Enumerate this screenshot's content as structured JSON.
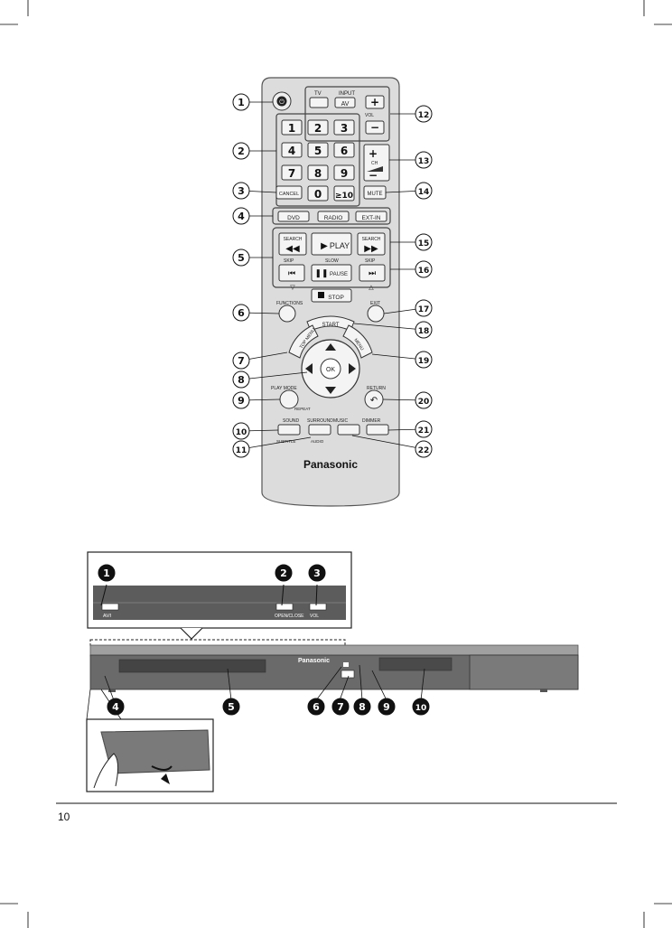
{
  "remote": {
    "brand": "Panasonic",
    "keys": {
      "digits": [
        "1",
        "2",
        "3",
        "4",
        "5",
        "6",
        "7",
        "8",
        "9",
        "0",
        "≥10"
      ],
      "tv": "TV",
      "input": "INPUT",
      "av": "AV",
      "vol": "VOL",
      "cancel": "CANCEL",
      "ch": "CH",
      "mute": "MUTE",
      "dvd": "DVD",
      "radio": "RADIO",
      "ext_in": "EXT-IN",
      "search_back": "SEARCH",
      "search_fwd": "SEARCH",
      "play": "PLAY",
      "slow": "SLOW",
      "skip_left": "SKIP",
      "skip_right": "SKIP",
      "pause": "PAUSE",
      "stop": "STOP",
      "functions": "FUNCTIONS",
      "exit": "EXIT",
      "start": "START",
      "top_menu": "TOP MENU",
      "menu": "MENU",
      "ok": "OK",
      "play_mode": "PLAY MODE",
      "repeat": "REPEAT",
      "return": "RETURN",
      "sound": "SOUND",
      "sound_sub": "SUBTITLE",
      "surround": "SURROUND",
      "surround_sub": "AUDIO",
      "music": "MUSIC",
      "dimmer": "DIMMER"
    },
    "callouts": [
      "1",
      "2",
      "3",
      "4",
      "5",
      "6",
      "7",
      "8",
      "9",
      "10",
      "11",
      "12",
      "13",
      "14",
      "15",
      "16",
      "17",
      "18",
      "19",
      "20",
      "21",
      "22"
    ]
  },
  "unit": {
    "brand": "Panasonic",
    "top_buttons": [
      "AV/I",
      "OPEN/CLOSE",
      "VOL"
    ],
    "top_callouts": [
      "1",
      "2",
      "3"
    ],
    "front_callouts": [
      "4",
      "5",
      "6",
      "7",
      "8",
      "9",
      "10"
    ]
  },
  "page_number": "10"
}
